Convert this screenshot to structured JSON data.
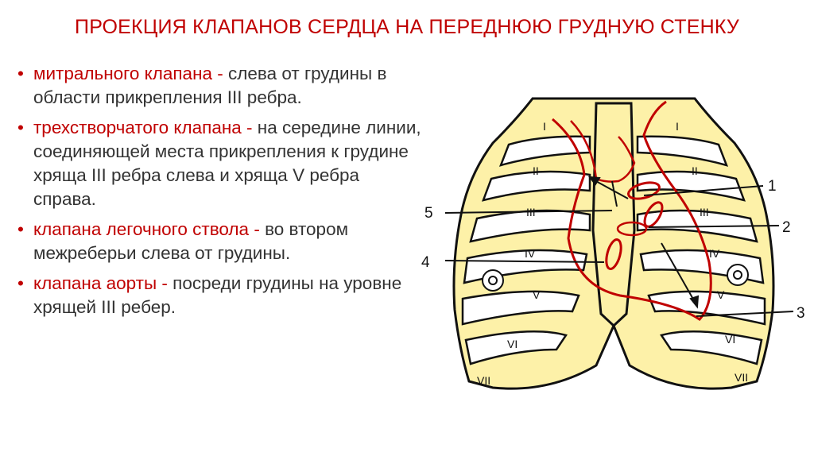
{
  "title": "ПРОЕКЦИЯ КЛАПАНОВ СЕРДЦА НА ПЕРЕДНЮЮ ГРУДНУЮ СТЕНКУ",
  "items": [
    {
      "term": "митрального клапана",
      "dash": " - ",
      "text": " слева от грудины в области прикрепления III ребра."
    },
    {
      "term": "трехстворчатого клапана",
      "dash": " - ",
      "text": " на середине линии, соединяющей места прикрепления к грудине хряща III ребра слева и хряща V ребра справа."
    },
    {
      "term": "клапана легочного ствола",
      "dash": " - ",
      "text": " во втором межреберьи слева от грудины."
    },
    {
      "term": "клапана аорты",
      "dash": " - ",
      "text": "  посреди грудины на уровне хрящей III ребер."
    }
  ],
  "figure": {
    "callouts": [
      "1",
      "2",
      "3",
      "4",
      "5"
    ],
    "rib_labels_right": [
      "I",
      "II",
      "III",
      "IV",
      "V",
      "VI",
      "VII"
    ],
    "rib_labels_left": [
      "I",
      "II",
      "III",
      "IV",
      "V",
      "VI",
      "VII"
    ]
  },
  "colors": {
    "accent": "#c00000",
    "text": "#333333",
    "bone": "#fdf1a8"
  }
}
